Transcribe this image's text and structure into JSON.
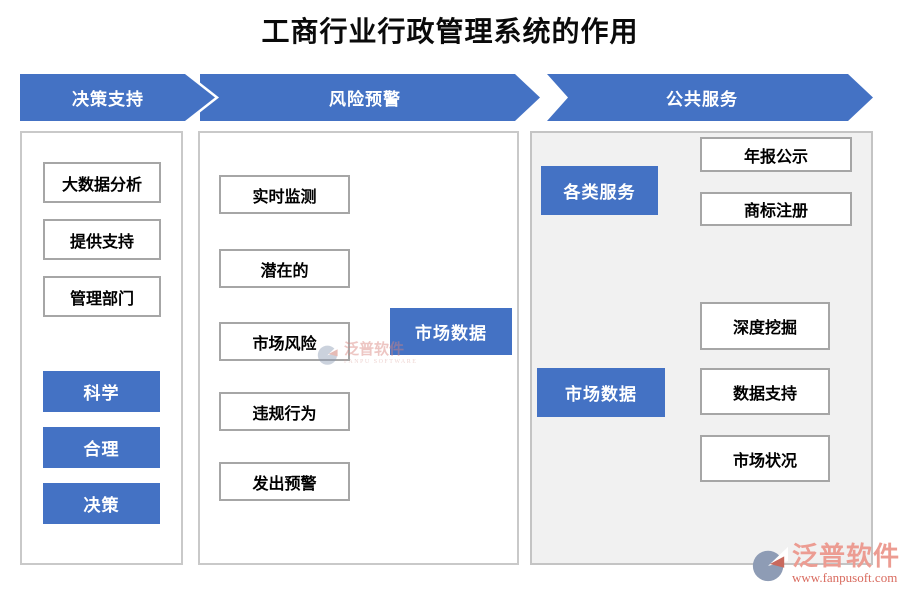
{
  "title": "工商行业行政管理系统的作用",
  "banners": [
    {
      "label": "决策支持"
    },
    {
      "label": "风险预警"
    },
    {
      "label": "公共服务"
    }
  ],
  "decision_support": {
    "steps": [
      "大数据分析",
      "提供支持",
      "管理部门"
    ],
    "outcomes": [
      "科学",
      "合理",
      "决策"
    ]
  },
  "risk_warning": {
    "items": [
      "实时监测",
      "潜在的",
      "市场风险",
      "违规行为",
      "发出预警"
    ],
    "target": "市场数据"
  },
  "public_service": {
    "service_hub": "各类服务",
    "service_leaves": [
      "年报公示",
      "商标注册"
    ],
    "data_hub": "市场数据",
    "data_leaves": [
      "深度挖掘",
      "数据支持",
      "市场状况"
    ]
  },
  "watermark": {
    "brand": "泛普软件",
    "brand_sub": "FANPU SOFTWARE",
    "url": "www.fanpusoft.com"
  },
  "colors": {
    "accent_blue": "#4472c4",
    "panel_fill_gray": "#f1f1f1",
    "box_border_gray": "#a6a6a6",
    "connector_gray": "#bdbdbd",
    "flow_arrow_gray": "#7f7f7f",
    "logo_pink": "#d96b5f"
  }
}
